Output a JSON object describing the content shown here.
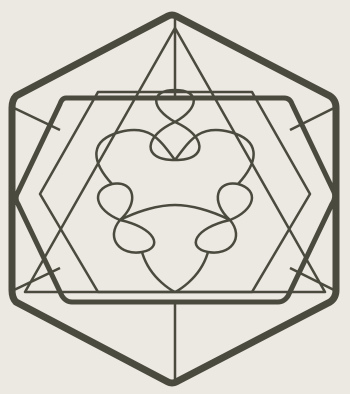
{
  "figure": {
    "description_free": true,
    "colors": {
      "background": "#ece8e2",
      "ink": "#4a4a3e"
    },
    "parts": [
      "outer-hexagon",
      "inner-hexagon",
      "radial-spokes",
      "triangle-outline",
      "curved-knot",
      "loop-top",
      "loop-left",
      "loop-right"
    ]
  }
}
